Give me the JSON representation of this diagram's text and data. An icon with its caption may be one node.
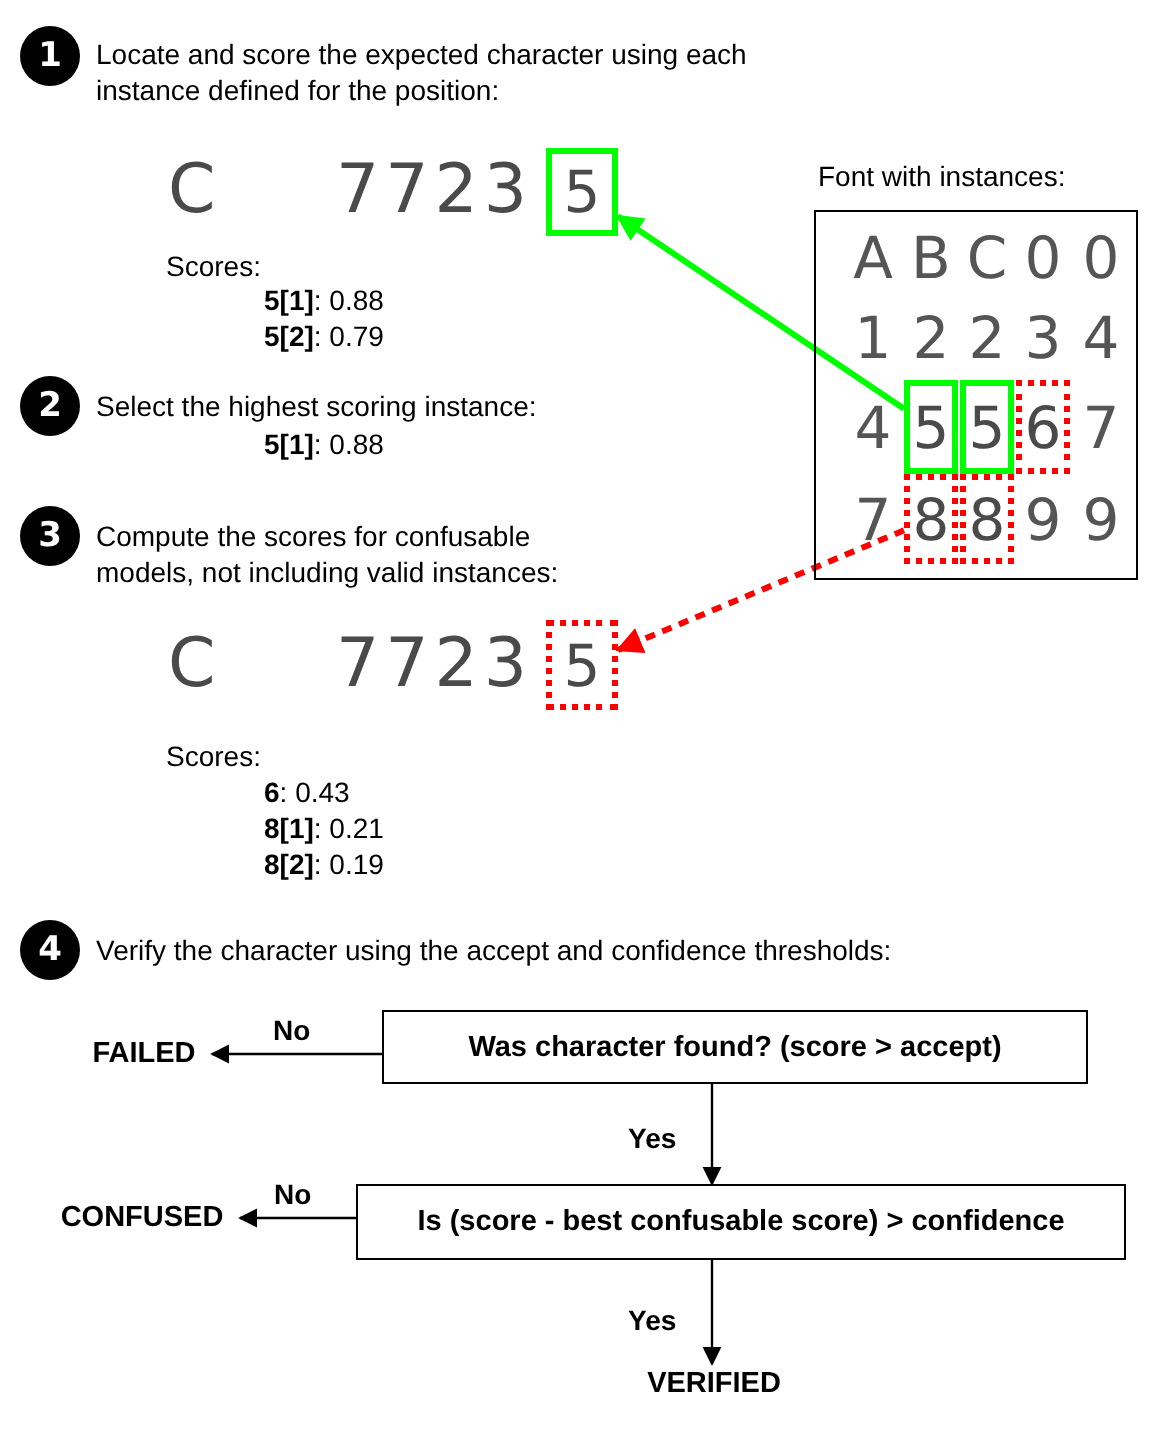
{
  "diagram": {
    "nodes": [
      {
        "text": [
          "1"
        ],
        "beside": [
          "Locate and score the expected character using each instance defined for the position:"
        ]
      },
      {
        "text": [
          "5"
        ]
      },
      {
        "text": [
          "Font with instances:"
        ]
      },
      {
        "text": [
          "5"
        ],
        "in": 2
      },
      {
        "text": [
          "5"
        ],
        "in": 2
      },
      {
        "text": [
          "6"
        ],
        "in": 2
      },
      {
        "text": [
          "8"
        ],
        "in": 2
      },
      {
        "text": [
          "8"
        ],
        "in": 2
      },
      {
        "text": [
          "2"
        ],
        "beside": [
          "Select the highest scoring instance:"
        ]
      },
      {
        "text": [
          "3"
        ],
        "beside": [
          "Compute the scores for confusable models, not including valid instances:"
        ]
      },
      {
        "text": [
          "5"
        ]
      },
      {
        "text": [
          "4"
        ],
        "beside": [
          "Verify the character using the accept and confidence thresholds:"
        ]
      },
      {
        "text": [
          "FAILED"
        ]
      },
      {
        "text": [
          "Was character found? (score > accept)"
        ]
      },
      {
        "text": [
          "CONFUSED"
        ]
      },
      {
        "text": [
          "Is (score - best confusable score) > confidence"
        ]
      },
      {
        "text": [
          "VERIFIED"
        ]
      }
    ],
    "edges": [
      {
        "from": 3,
        "to": 1,
        "arrow": "to",
        "style": "thick",
        "color": "#00ff00"
      },
      {
        "from": 6,
        "to": 10,
        "arrow": "to",
        "style": "dashed",
        "color": "#ff0000"
      },
      {
        "from": 13,
        "to": 12,
        "arrow": "to",
        "label": "No"
      },
      {
        "from": 13,
        "to": 15,
        "arrow": "to",
        "label": "Yes"
      },
      {
        "from": 15,
        "to": 14,
        "arrow": "to",
        "label": "No"
      },
      {
        "from": 15,
        "to": 16,
        "arrow": "to",
        "label": "Yes"
      }
    ],
    "labels": [
      "C",
      "7723",
      "Scores:",
      "**5[1]**: 0.88",
      "**5[2]**: 0.79",
      "A",
      "B",
      "C",
      "0",
      "0",
      "1",
      "2",
      "2",
      "3",
      "4",
      "4",
      "7",
      "7",
      "9",
      "9",
      "**5[1]**: 0.88",
      "C",
      "7723",
      "Scores:",
      "**6**: 0.43",
      "**8[1]**: 0.21",
      "**8[2]**: 0.19"
    ]
  }
}
